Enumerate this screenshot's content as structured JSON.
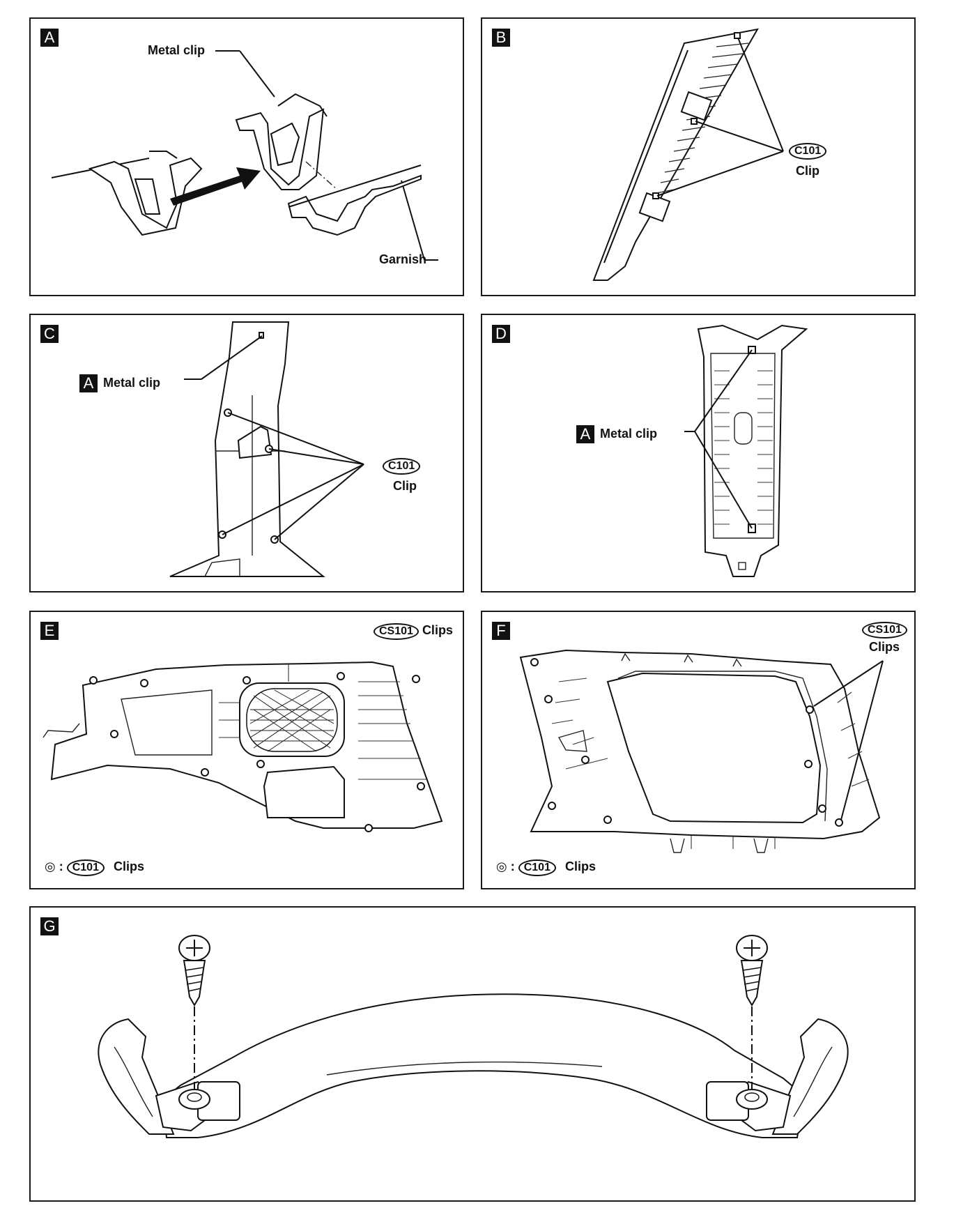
{
  "panels": {
    "a": {
      "tag": "A",
      "metal_clip": "Metal clip",
      "garnish": "Garnish"
    },
    "b": {
      "tag": "B",
      "code": "C101",
      "clip": "Clip"
    },
    "c": {
      "tag": "C",
      "inline_tag": "A",
      "metal_clip": "Metal clip",
      "code": "C101",
      "clip": "Clip"
    },
    "d": {
      "tag": "D",
      "inline_tag": "A",
      "metal_clip": "Metal clip"
    },
    "e": {
      "tag": "E",
      "code_top": "CS101",
      "clips_top": "Clips",
      "legend_sym": "◎ :",
      "code_bottom": "C101",
      "clips_bottom": "Clips"
    },
    "f": {
      "tag": "F",
      "code_top": "CS101",
      "clips_top": "Clips",
      "legend_sym": "◎ :",
      "code_bottom": "C101",
      "clips_bottom": "Clips"
    },
    "g": {
      "tag": "G"
    }
  }
}
